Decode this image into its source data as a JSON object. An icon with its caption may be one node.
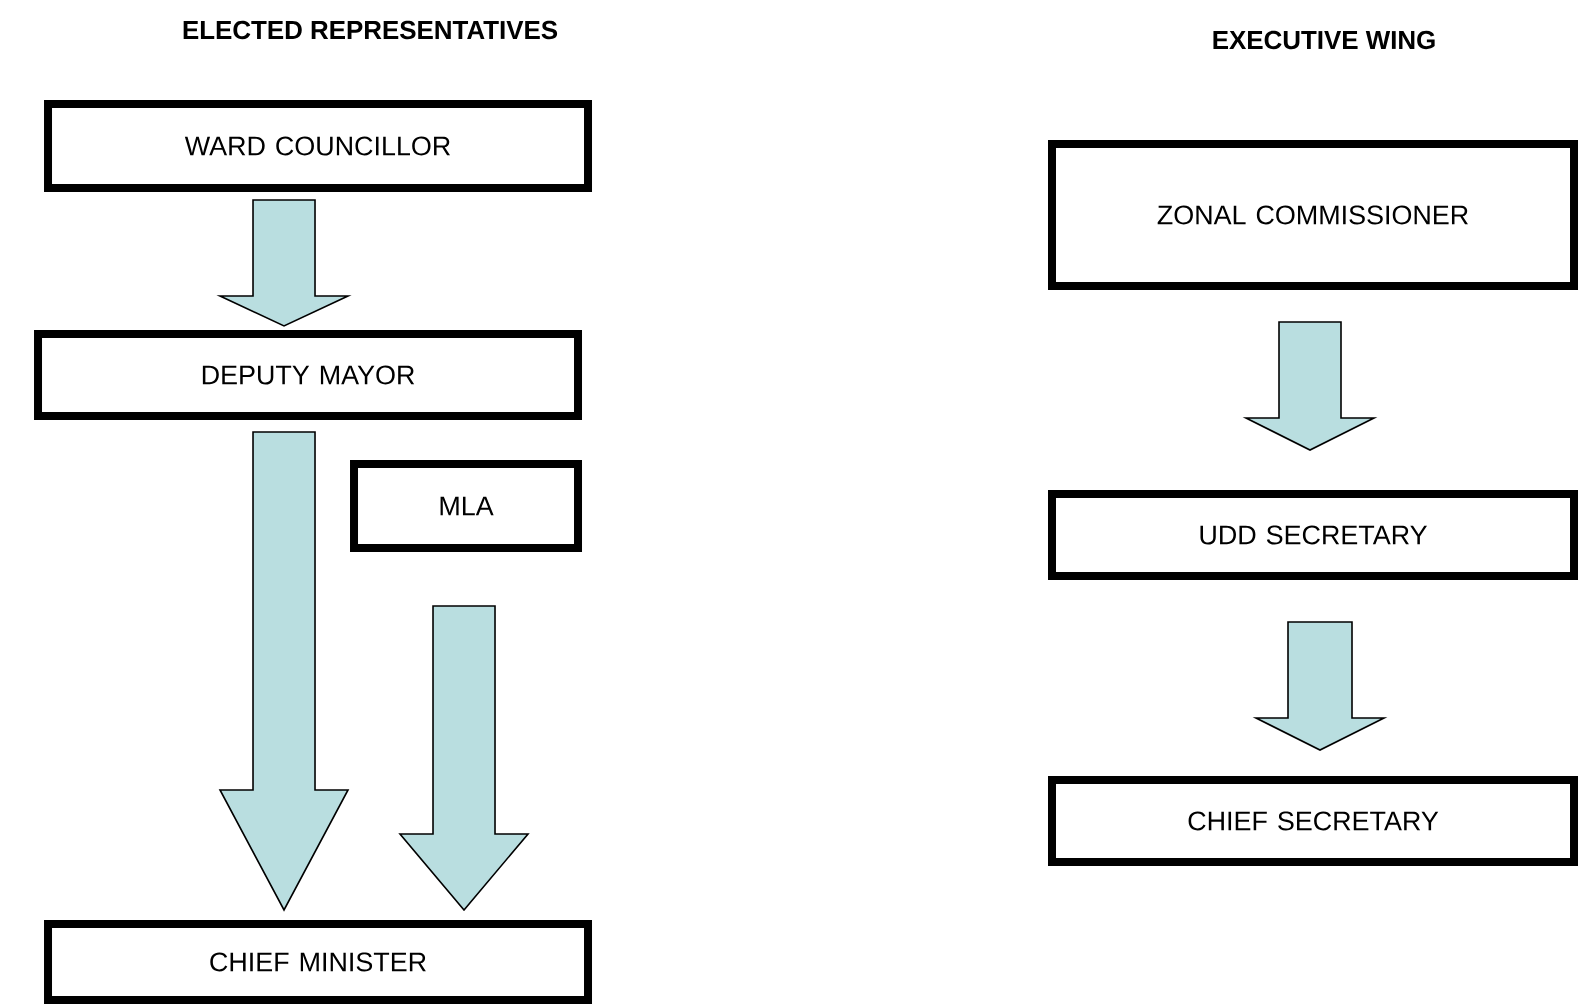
{
  "diagram": {
    "nodes": [
      {
        "text": [
          "WARD COUNCILLOR"
        ]
      },
      {
        "text": [
          "DEPUTY MAYOR"
        ]
      },
      {
        "text": [
          "MLA"
        ]
      },
      {
        "text": [
          "CHIEF MINISTER"
        ]
      },
      {
        "text": [
          "ZONAL COMMISSIONER"
        ]
      },
      {
        "text": [
          "UDD SECRETARY"
        ]
      },
      {
        "text": [
          "CHIEF SECRETARY"
        ]
      }
    ],
    "edges": [
      {
        "from": 0,
        "to": 1,
        "arrow": "to"
      },
      {
        "from": 1,
        "to": 3,
        "arrow": "to"
      },
      {
        "from": 2,
        "to": 3,
        "arrow": "to"
      },
      {
        "from": 4,
        "to": 5,
        "arrow": "to"
      },
      {
        "from": 5,
        "to": 6,
        "arrow": "to"
      }
    ],
    "labels": [
      "ELECTED REPRESENTATIVES",
      "EXECUTIVE WING"
    ]
  }
}
